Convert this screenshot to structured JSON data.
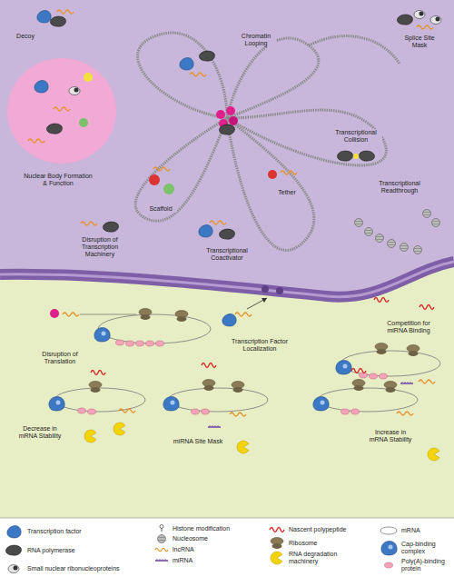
{
  "diagram": {
    "labels": [
      "Decoy",
      "Chromatin Looping",
      "Splice Site Mask",
      "Nuclear Body Formation & Function",
      "Transcriptional Collision",
      "Transcriptional Readthrough",
      "Tether",
      "Scaffold",
      "Disruption of Transcription Machinery",
      "Transcriptional Coactivator",
      "Competition for miRNA Binding",
      "Disruption of Translation",
      "Transcription Factor Localization",
      "Decrease in mRNA Stability",
      "miRNA Site Mask",
      "Increase in mRNA Stability"
    ],
    "legend": [
      {
        "text": "Transcription factor"
      },
      {
        "text": "RNA polymerase"
      },
      {
        "text": "Small nuclear ribonucleoproteins"
      },
      {
        "text": "Histone modification"
      },
      {
        "text": "Nucleosome"
      },
      {
        "text": "lncRNA"
      },
      {
        "text": "miRNA"
      },
      {
        "text": "Nascent polypeptide"
      },
      {
        "text": "Ribosome"
      },
      {
        "text": "RNA degradation machinery"
      },
      {
        "text": "mRNA"
      },
      {
        "text": "Cap-binding complex"
      },
      {
        "text": "Poly(A)-binding protein"
      }
    ]
  }
}
